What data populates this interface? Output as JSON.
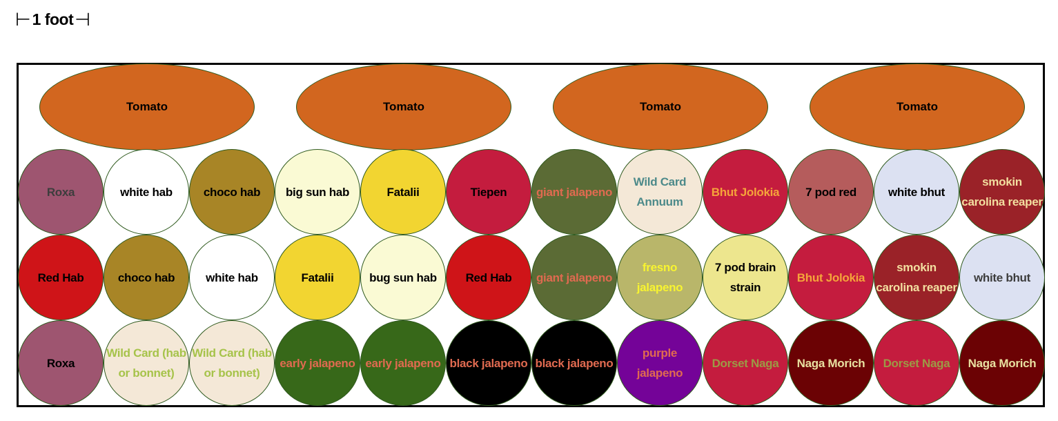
{
  "scale": {
    "left_mark": "⊢",
    "label": "1 foot",
    "right_mark": "⊣"
  },
  "tomatoes": [
    {
      "label": "Tomato",
      "color": "#d2661f",
      "text_color": "#000000"
    },
    {
      "label": "Tomato",
      "color": "#d2661f",
      "text_color": "#000000"
    },
    {
      "label": "Tomato",
      "color": "#d2661f",
      "text_color": "#000000"
    },
    {
      "label": "Tomato",
      "color": "#d2661f",
      "text_color": "#000000"
    }
  ],
  "pepper_rows": [
    [
      {
        "label": "Roxa",
        "color": "#9e5570",
        "text_color": "#3d3d3d"
      },
      {
        "label": "white hab",
        "color": "#ffffff",
        "text_color": "#000000"
      },
      {
        "label": "choco hab",
        "color": "#a88526",
        "text_color": "#000000"
      },
      {
        "label": "big sun hab",
        "color": "#fafad4",
        "text_color": "#000000"
      },
      {
        "label": "Fatalii",
        "color": "#f2d531",
        "text_color": "#000000"
      },
      {
        "label": "Tiepen",
        "color": "#c41c3e",
        "text_color": "#000000"
      },
      {
        "label": "giant jalapeno",
        "color": "#5b6b35",
        "text_color": "#e06a50"
      },
      {
        "label": "Wild Card Annuum",
        "color": "#f4e8d7",
        "text_color": "#4d8a8a"
      },
      {
        "label": "Bhut Jolokia",
        "color": "#c41c3e",
        "text_color": "#f5a43a"
      },
      {
        "label": "7 pod red",
        "color": "#b55c5c",
        "text_color": "#000000"
      },
      {
        "label": "white bhut",
        "color": "#dce1f2",
        "text_color": "#000000"
      },
      {
        "label": "smokin carolina reaper",
        "color": "#9a2228",
        "text_color": "#f3dfa0"
      }
    ],
    [
      {
        "label": "Red Hab",
        "color": "#cf1418",
        "text_color": "#000000"
      },
      {
        "label": "choco hab",
        "color": "#a88526",
        "text_color": "#000000"
      },
      {
        "label": "white hab",
        "color": "#ffffff",
        "text_color": "#000000"
      },
      {
        "label": "Fatalii",
        "color": "#f2d531",
        "text_color": "#000000"
      },
      {
        "label": "bug sun hab",
        "color": "#fafad4",
        "text_color": "#000000"
      },
      {
        "label": "Red Hab",
        "color": "#cf1418",
        "text_color": "#000000"
      },
      {
        "label": "giant jalapeno",
        "color": "#5b6b35",
        "text_color": "#e06a50"
      },
      {
        "label": "fresno jalapeno",
        "color": "#b9b66a",
        "text_color": "#f8f430"
      },
      {
        "label": "7 pod brain strain",
        "color": "#ede68e",
        "text_color": "#000000"
      },
      {
        "label": "Bhut Jolokia",
        "color": "#c41c3e",
        "text_color": "#f5a43a"
      },
      {
        "label": "smokin carolina reaper",
        "color": "#9a2228",
        "text_color": "#f3dfa0"
      },
      {
        "label": "white bhut",
        "color": "#dce1f2",
        "text_color": "#3d3d3d"
      }
    ],
    [
      {
        "label": "Roxa",
        "color": "#9e5570",
        "text_color": "#000000"
      },
      {
        "label": "Wild Card (hab or bonnet)",
        "color": "#f4e8d7",
        "text_color": "#a6c34a"
      },
      {
        "label": "Wild Card (hab or bonnet)",
        "color": "#f4e8d7",
        "text_color": "#a6c34a"
      },
      {
        "label": "early jalapeno",
        "color": "#376819",
        "text_color": "#e06a50"
      },
      {
        "label": "early jalapeno",
        "color": "#376819",
        "text_color": "#e06a50"
      },
      {
        "label": "black jalapeno",
        "color": "#000000",
        "text_color": "#e06a50"
      },
      {
        "label": "black jalapeno",
        "color": "#000000",
        "text_color": "#e06a50"
      },
      {
        "label": "purple jalapeno",
        "color": "#740398",
        "text_color": "#e06a50"
      },
      {
        "label": "Dorset Naga",
        "color": "#c41c3e",
        "text_color": "#9c9a45"
      },
      {
        "label": "Naga Morich",
        "color": "#6b0204",
        "text_color": "#e8e0a0"
      },
      {
        "label": "Dorset Naga",
        "color": "#c41c3e",
        "text_color": "#9c9a45"
      },
      {
        "label": "Naga Morich",
        "color": "#6b0204",
        "text_color": "#e8e0a0"
      }
    ]
  ]
}
